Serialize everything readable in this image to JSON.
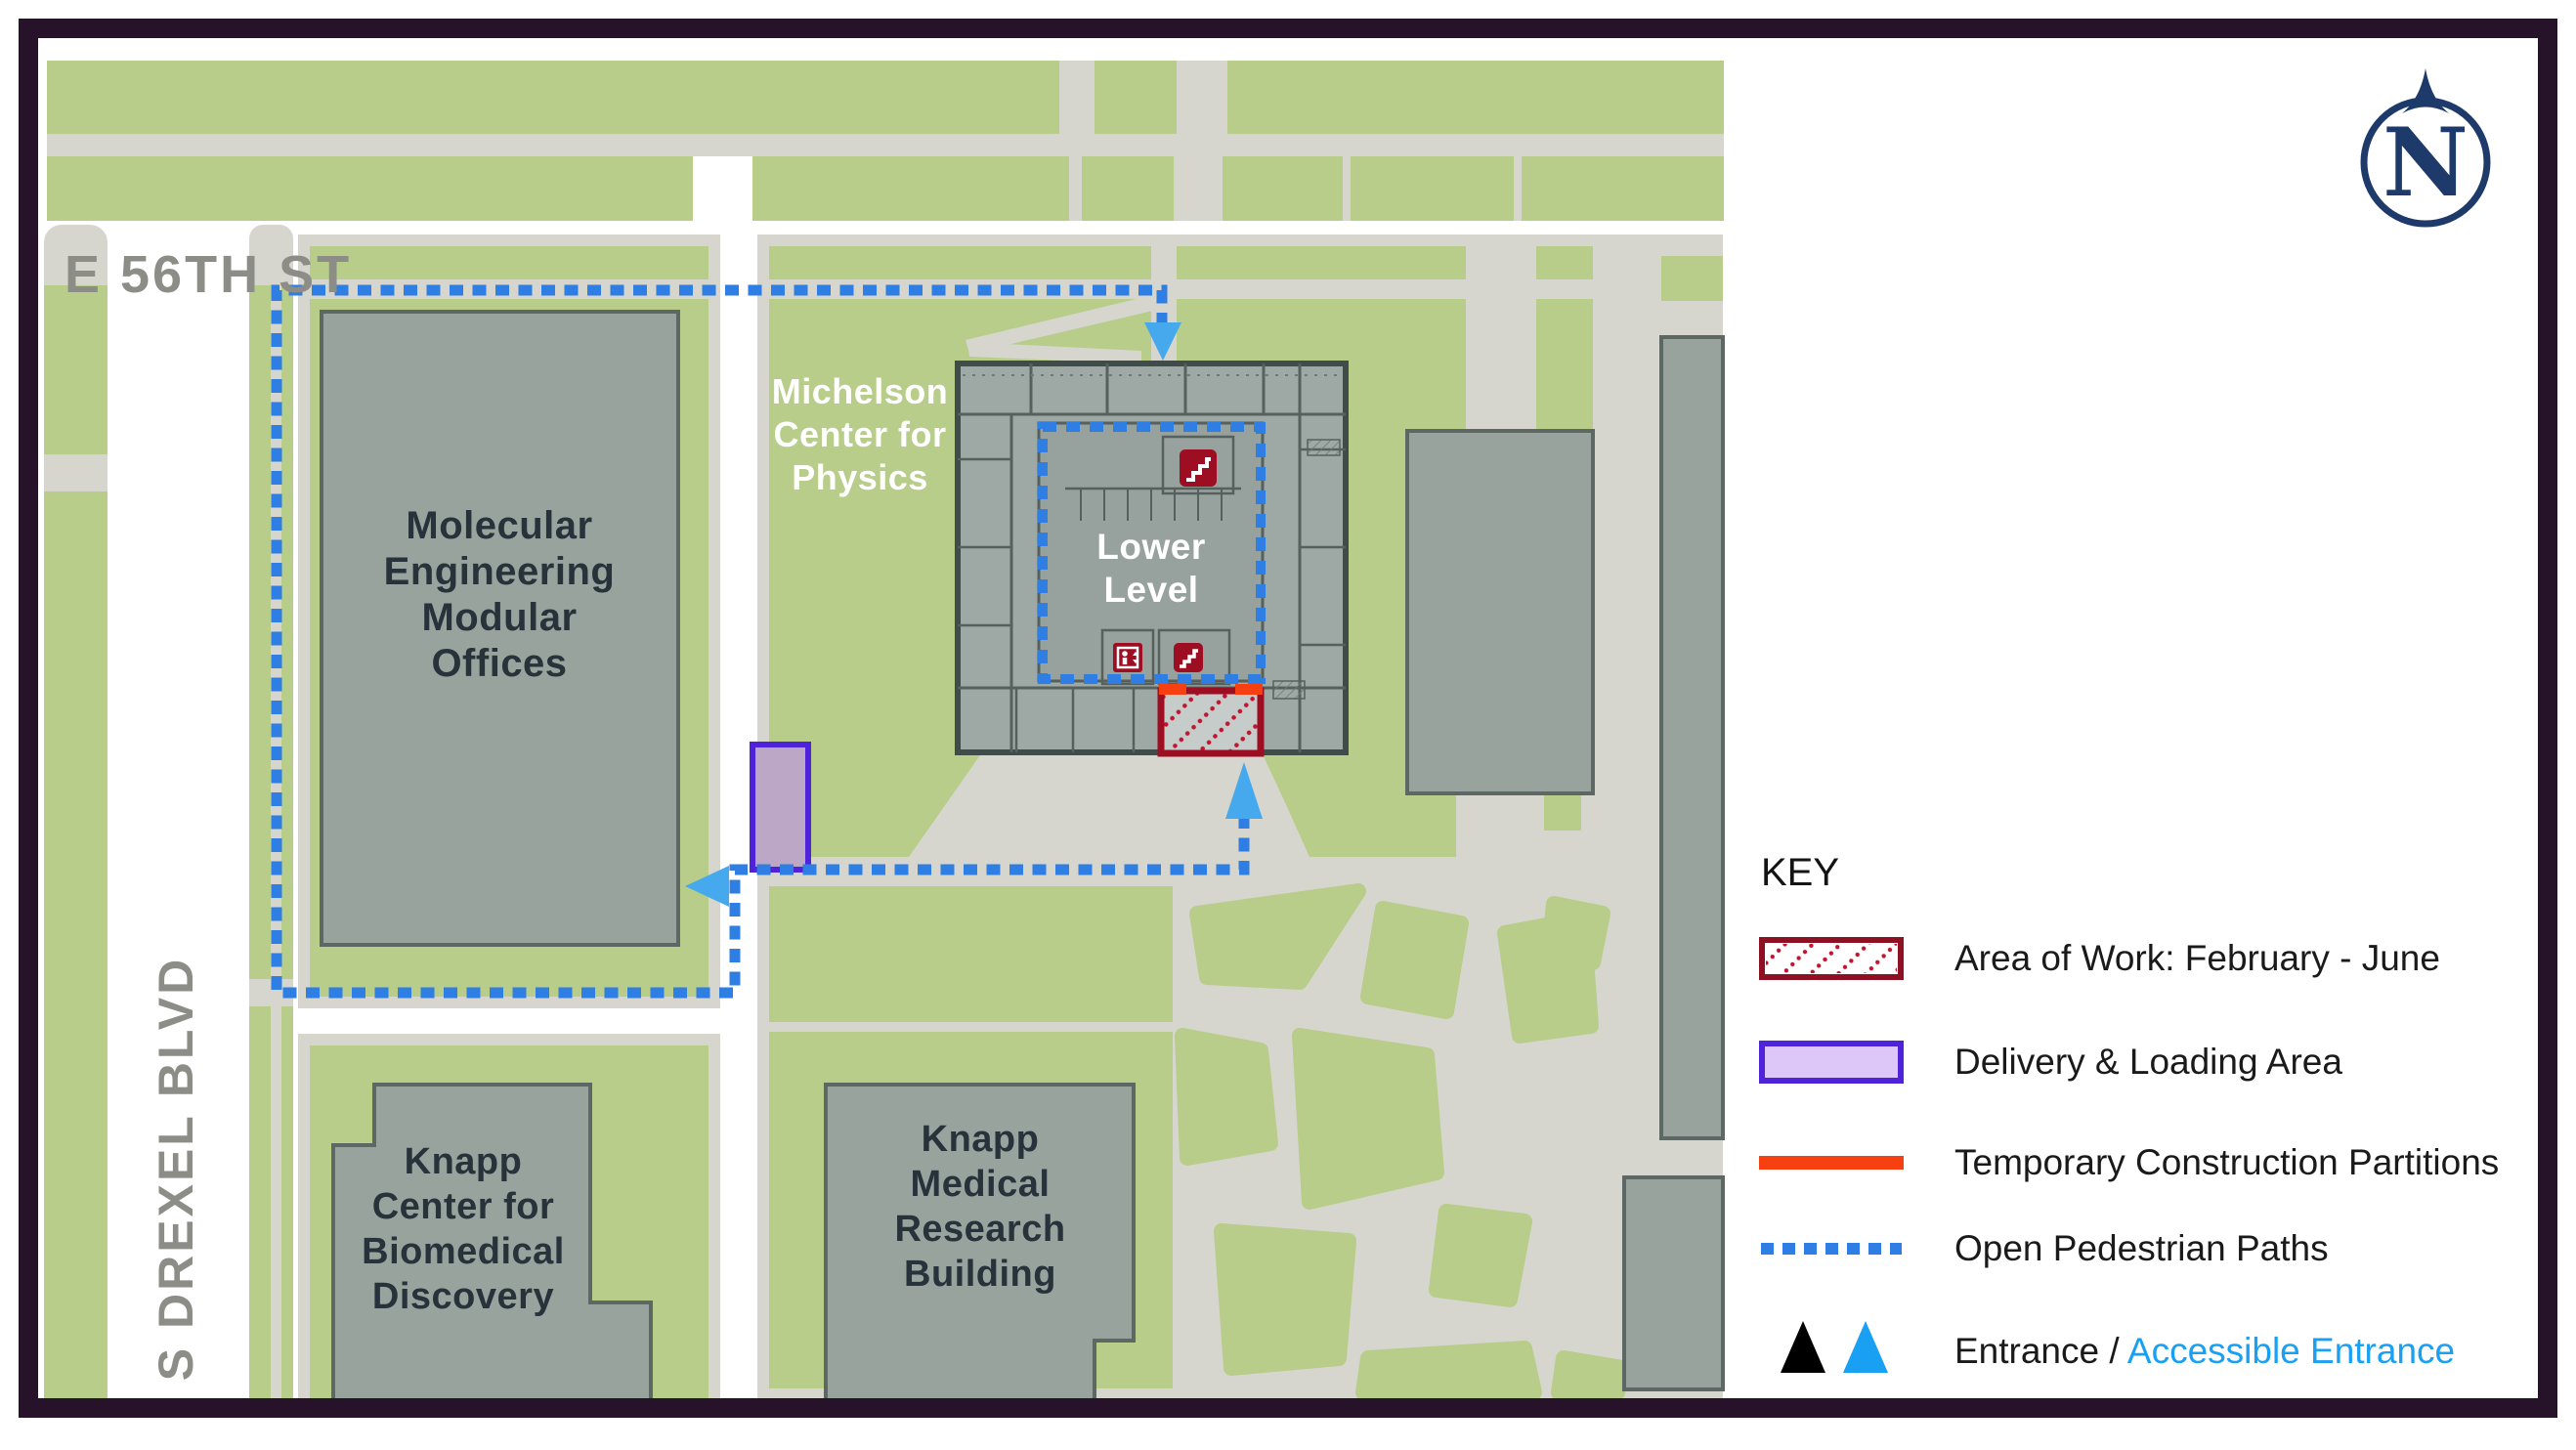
{
  "streets": {
    "e56th": "E 56TH ST",
    "drexel": "S DREXEL BLVD"
  },
  "buildings": {
    "molecular": "Molecular\nEngineering\nModular\nOffices",
    "michelson": "Michelson\nCenter for\nPhysics",
    "lower_level": "Lower\nLevel",
    "knapp_bio": "Knapp\nCenter for\nBiomedical\nDiscovery",
    "knapp_med": "Knapp\nMedical\nResearch\nBuilding"
  },
  "legend": {
    "title": "KEY",
    "items": [
      {
        "label": "Area of Work: February - June"
      },
      {
        "label": "Delivery & Loading Area"
      },
      {
        "label": "Temporary Construction Partitions"
      },
      {
        "label": "Open Pedestrian Paths"
      },
      {
        "label_black": "Entrance / ",
        "label_blue": "Accessible Entrance"
      }
    ]
  },
  "compass": {
    "letter": "N"
  },
  "colors": {
    "frame": "#261329",
    "grass_green": "#b7cd89",
    "sidewalk_gray": "#d6d6ce",
    "building_gray": "#99a39e",
    "floorplan_gray": "#9ea8a4",
    "path_blue": "#2e7ee3",
    "arrow_blue": "#46a9ee",
    "work_area_red": "#9e0e22",
    "partition_orange": "#f64012",
    "delivery_purple_border": "#4e23da",
    "delivery_purple_fill": "#dcc7f8",
    "accessible_blue": "#1aa0f3",
    "compass_navy": "#1d3a6b",
    "street_label_gray": "#8d8d88"
  }
}
